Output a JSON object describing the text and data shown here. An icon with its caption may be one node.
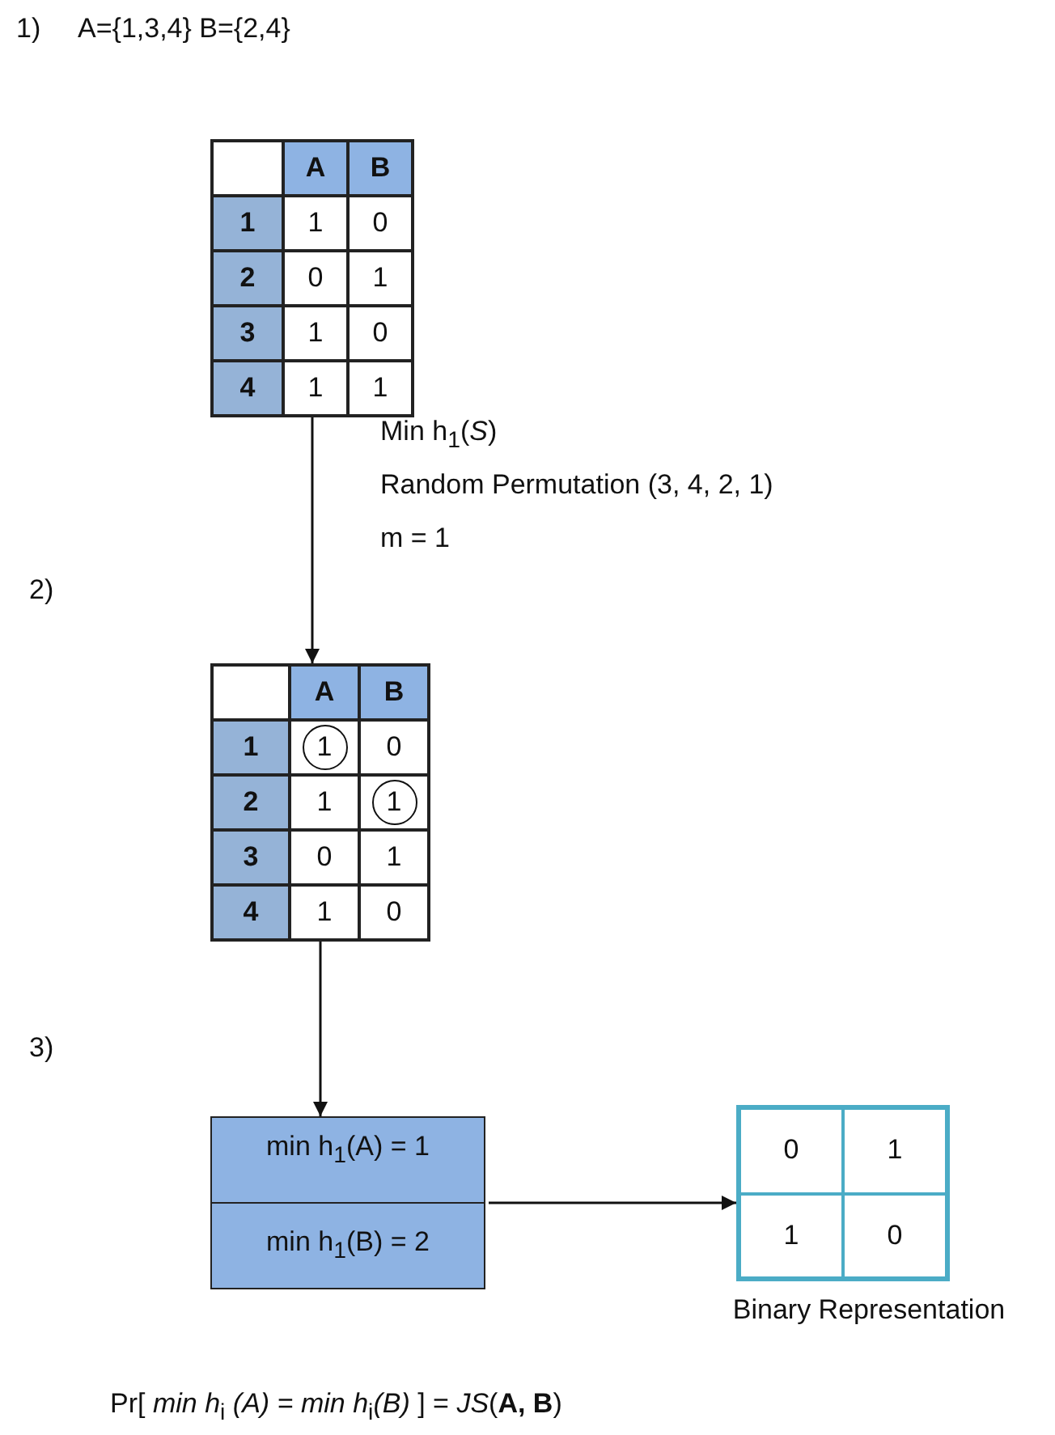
{
  "diagram": {
    "nodes": [
      {
        "text": [
          "A",
          "B",
          "1",
          "1",
          "0",
          "2",
          "0",
          "1",
          "3",
          "1",
          "0",
          "4",
          "1",
          "1"
        ]
      },
      {
        "text": [
          "A",
          "B",
          "1",
          "1",
          "0",
          "2",
          "1",
          "1",
          "3",
          "0",
          "1",
          "4",
          "1",
          "0"
        ]
      },
      {
        "text": [
          "min h$_{1}$(A) = 1",
          "min h$_{1}$(B) = 2"
        ]
      },
      {
        "text": [
          "0",
          "1",
          "1",
          "0"
        ],
        "beside": [
          "Binary Representation"
        ]
      }
    ],
    "edges": [
      {
        "from": 0,
        "to": 1,
        "arrow": "to"
      },
      {
        "from": 1,
        "to": 2,
        "arrow": "to"
      },
      {
        "from": 2,
        "to": 3,
        "arrow": "to"
      }
    ],
    "labels": [
      "1)",
      "A={1,3,4} B={2,4}",
      "Min h$_{1}$(*S*)",
      "Random Permutation (3, 4, 2, 1)",
      "m = 1",
      "2)",
      "3)",
      "Pr[ *min h*$_{i}$ *(A) = min h*$_{i}$*(B)* ] = *JS*(**A, B**)"
    ]
  }
}
